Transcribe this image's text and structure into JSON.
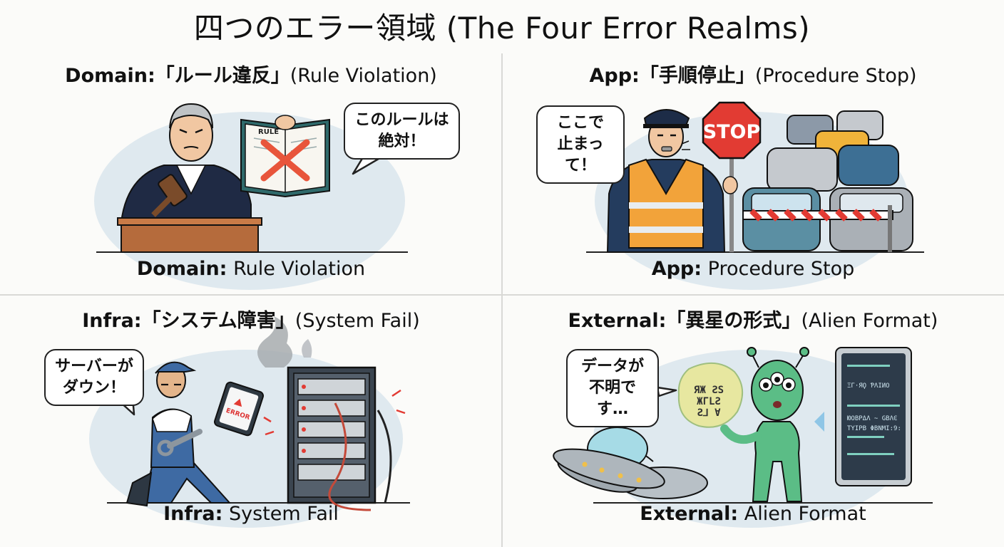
{
  "title": "四つのエラー領域 (The Four Error Realms)",
  "panels": [
    {
      "heading_bold": "Domain:「ルール違反」",
      "heading_rest": "(Rule Violation)",
      "bubble_line1": "このルールは",
      "bubble_line2": "絶対！",
      "book_label": "RULE",
      "caption_bold": "Domain:",
      "caption_rest": " Rule Violation"
    },
    {
      "heading_bold": "App:「手順停止」",
      "heading_rest": "(Procedure Stop)",
      "bubble_line1": "ここで",
      "bubble_line2": "止まって！",
      "sign_label": "STOP",
      "caption_bold": "App:",
      "caption_rest": " Procedure Stop"
    },
    {
      "heading_bold": "Infra:「システム障害」",
      "heading_rest": "(System Fail)",
      "bubble_line1": "サーバーが",
      "bubble_line2": "ダウン！",
      "tablet_label": "ERROR",
      "caption_bold": "Infra:",
      "caption_rest": " System Fail"
    },
    {
      "heading_bold": "External:「異星の形式」",
      "heading_rest": "(Alien Format)",
      "bubble_line1": "データが",
      "bubble_line2": "不明です…",
      "glyph_line1": "ЯЖ ƧЅ",
      "glyph_line2": "ЖΓLƧ",
      "glyph_line3": "Ƨ⅃ Ɐ",
      "screen_line1": "ΞΓ·ЯϘ ƤΛΙИΟ",
      "screen_line2": "ЮΟΒΡΔΛ ~ GΒΛϾ",
      "screen_line3": "ΤΥΙΡΒ ΦΒΝΜΙ:9:",
      "caption_bold": "External:",
      "caption_rest": " Alien Format"
    }
  ]
}
